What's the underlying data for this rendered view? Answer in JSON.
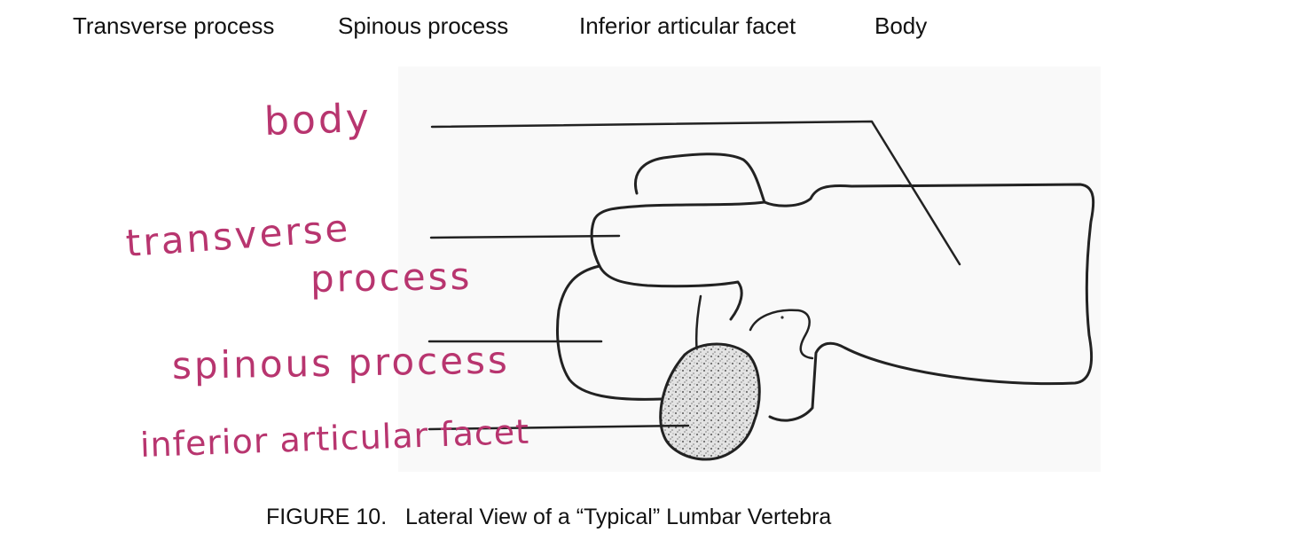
{
  "word_bank": [
    "Transverse process",
    "Spinous process",
    "Inferior articular facet",
    "Body"
  ],
  "handwritten_labels": {
    "body": "body",
    "transverse_line1": "transverse",
    "transverse_line2": "process",
    "spinous": "spinous process",
    "inferior": "inferior articular facet"
  },
  "caption": "FIGURE 10.   Lateral View of a “Typical” Lumbar Vertebra",
  "colors": {
    "handwriting": "#b8356f",
    "ink": "#222222",
    "facet_shading": "#d4d4d4"
  }
}
